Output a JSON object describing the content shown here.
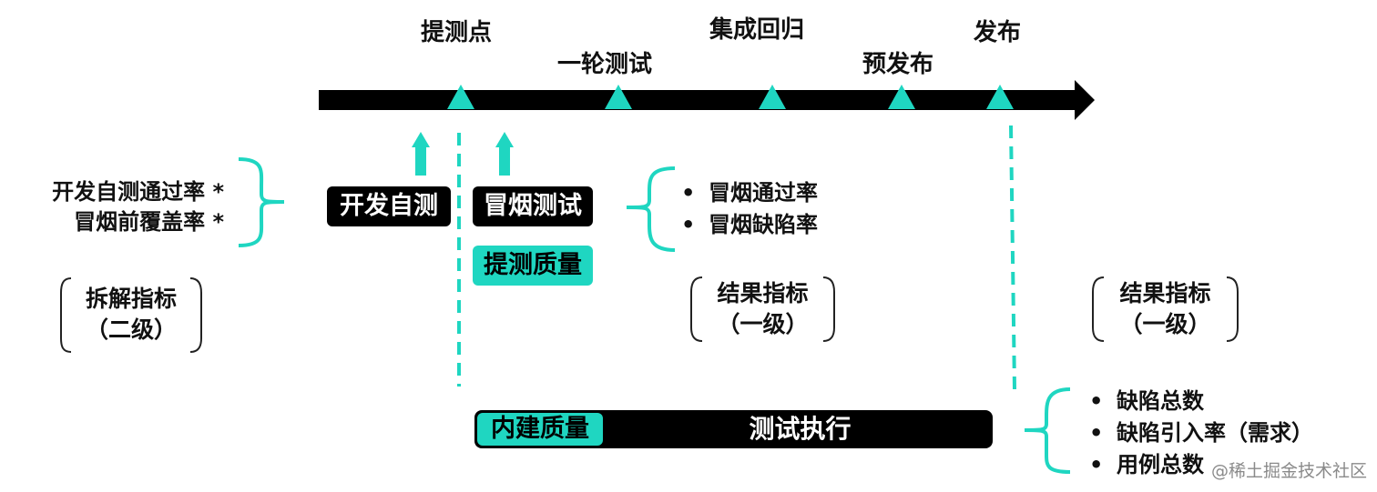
{
  "timeline": {
    "milestones": [
      {
        "label": "提测点"
      },
      {
        "label": "一轮测试"
      },
      {
        "label": "集成回归"
      },
      {
        "label": "预发布"
      },
      {
        "label": "发布"
      }
    ]
  },
  "left_metrics": {
    "items": [
      "开发自测通过率 *",
      "冒烟前覆盖率 *"
    ],
    "box_label_line1": "拆解指标",
    "box_label_line2": "（二级）"
  },
  "activities": {
    "dev_self_test": "开发自测",
    "smoke_test": "冒烟测试",
    "submit_quality": "提测质量"
  },
  "smoke_metrics": {
    "items": [
      "冒烟通过率",
      "冒烟缺陷率"
    ],
    "box_label_line1": "结果指标",
    "box_label_line2": "（一级）"
  },
  "right_metrics": {
    "box_label_line1": "结果指标",
    "box_label_line2": "（一级）",
    "items": [
      "缺陷总数",
      "缺陷引入率（需求）",
      "用例总数"
    ]
  },
  "execution_bar": {
    "left_label": "内建质量",
    "right_label": "测试执行"
  },
  "watermark": "@稀土掘金技术社区",
  "colors": {
    "accent_teal": "#1fd6c1",
    "timeline_black": "#000000"
  }
}
